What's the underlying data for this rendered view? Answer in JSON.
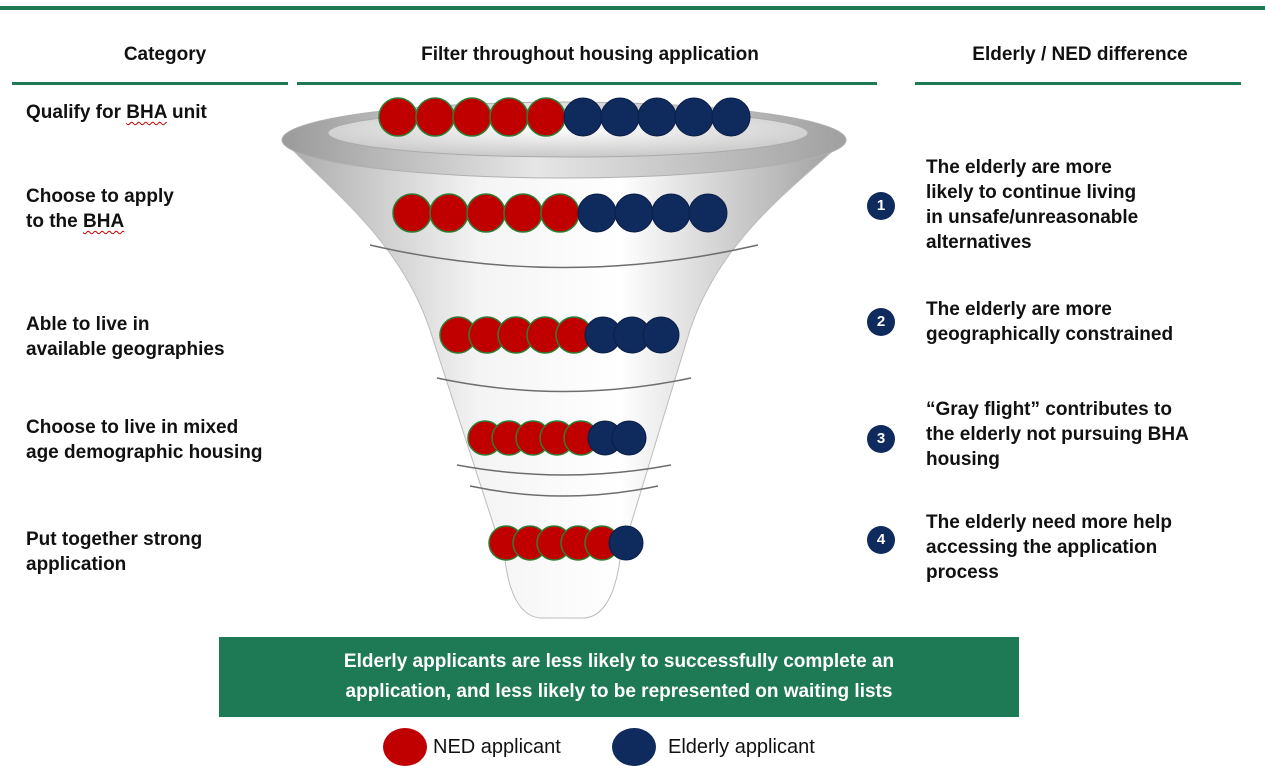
{
  "headers": {
    "category": "Category",
    "filter": "Filter throughout housing application",
    "difference": "Elderly / NED difference"
  },
  "categories": [
    {
      "pre": "Qualify for ",
      "mark": "BHA",
      "post": " unit",
      "nred": 5,
      "elderly": 5
    },
    {
      "pre": "Choose to apply\nto the ",
      "mark": "BHA",
      "post": "",
      "nred": 5,
      "elderly": 4
    },
    {
      "pre": "Able to live in\navailable geographies",
      "mark": "",
      "post": "",
      "nred": 5,
      "elderly": 3
    },
    {
      "pre": "Choose to live in mixed\nage demographic housing",
      "mark": "",
      "post": "",
      "nred": 5,
      "elderly": 2
    },
    {
      "pre": "Put together strong\n application",
      "mark": "",
      "post": "",
      "nred": 5,
      "elderly": 1
    }
  ],
  "differences": [
    {
      "num": "1",
      "text": "The elderly are more\nlikely to continue living\nin unsafe/unreasonable\nalternatives"
    },
    {
      "num": "2",
      "text": "The elderly are more\ngeographically constrained"
    },
    {
      "num": "3",
      "text": "“Gray flight” contributes to\nthe elderly not pursuing BHA\nhousing"
    },
    {
      "num": "4",
      "text": "The elderly need more help\naccessing the application\nprocess"
    }
  ],
  "banner": "Elderly applicants are less likely to successfully complete an\napplication, and less likely to be represented on waiting lists",
  "legend": {
    "ned_label": "NED applicant",
    "elderly_label": "Elderly applicant"
  },
  "colors": {
    "ned": "#c00000",
    "elderly": "#0f2a5c",
    "accent_green": "#1e7a55",
    "badge": "#0f2a5c"
  }
}
